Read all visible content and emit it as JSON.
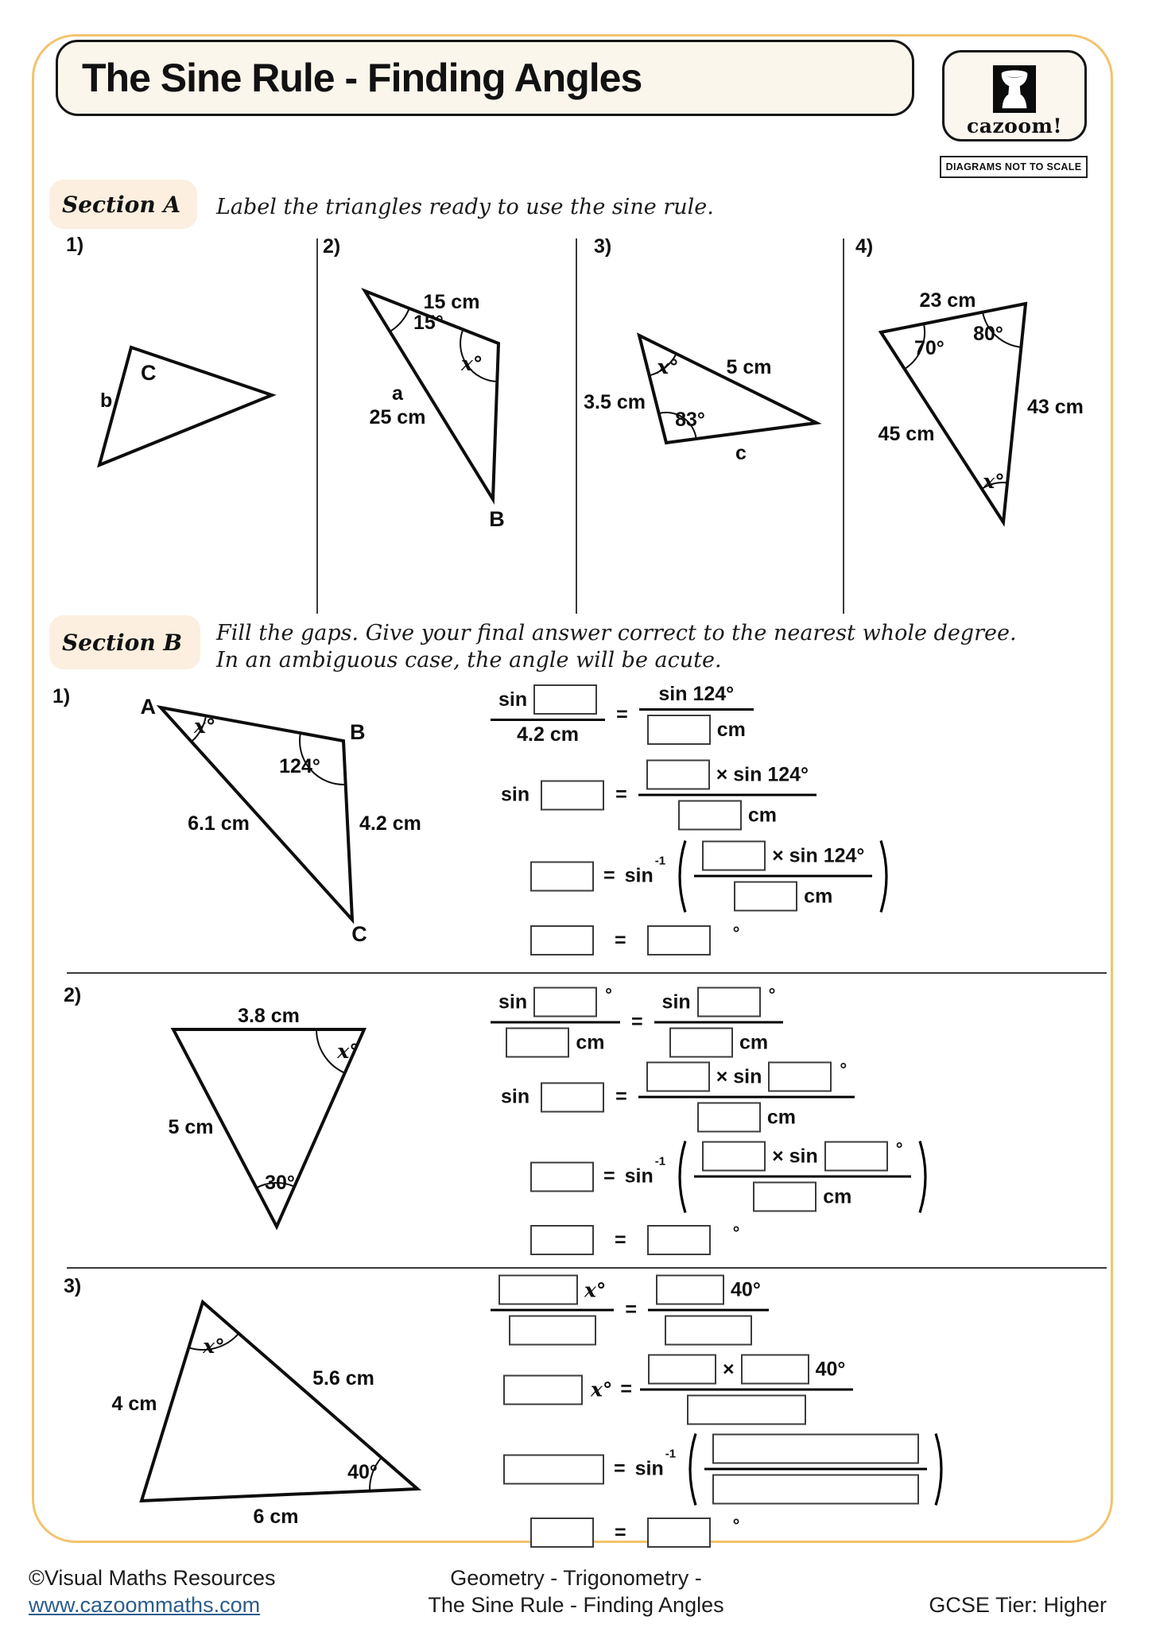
{
  "header": {
    "title": "The Sine Rule - Finding Angles",
    "brand": "cazoom!",
    "scale_note": "DIAGRAMS NOT TO SCALE"
  },
  "sa": {
    "label": "Section A",
    "instruction": "Label the triangles ready to use the sine rule.",
    "q1": {
      "num": "1)",
      "vertex_c": "C",
      "side_b": "b"
    },
    "q2": {
      "num": "2)",
      "top_side": "15 cm",
      "angle_15": "15°",
      "angle_x": "x°",
      "side_letter": "a",
      "side_len": "25 cm",
      "vertex_b": "B"
    },
    "q3": {
      "num": "3)",
      "angle_x": "x°",
      "side_5": "5 cm",
      "side_35": "3.5 cm",
      "angle_83": "83°",
      "side_c": "c"
    },
    "q4": {
      "num": "4)",
      "top_side": "23 cm",
      "angle_70": "70°",
      "angle_80": "80°",
      "side_43": "43 cm",
      "side_45": "45 cm",
      "angle_x": "x°"
    }
  },
  "sb": {
    "label": "Section B",
    "instruction_line1": "Fill the gaps. Give your final answer correct to the nearest whole degree.",
    "instruction_line2": "In an ambiguous case, the angle will be acute.",
    "q1": {
      "num": "1)",
      "vertex_a": "A",
      "angle_x": "x°",
      "vertex_b": "B",
      "angle_124": "124°",
      "side_61": "6.1 cm",
      "side_42": "4.2 cm",
      "vertex_c": "C",
      "sin124": "sin 124°",
      "times_sin124": "× sin 124°",
      "den42": "4.2 cm"
    },
    "q2": {
      "num": "2)",
      "top_side": "3.8 cm",
      "angle_x": "x°",
      "side_5": "5 cm",
      "angle_30": "30°"
    },
    "q3": {
      "num": "3)",
      "angle_x": "x°",
      "side_56": "5.6 cm",
      "side_4": "4 cm",
      "angle_40": "40°",
      "side_6": "6 cm"
    }
  },
  "m": {
    "sin": "sin",
    "equals": "=",
    "cm": "cm",
    "deg": "°",
    "inv": "-1",
    "times": "×",
    "times_sin": "× sin"
  },
  "footer": {
    "copyright": "©Visual Maths Resources",
    "url": "www.cazoommaths.com",
    "center_line1": "Geometry - Trigonometry -",
    "center_line2": "The Sine Rule - Finding Angles",
    "tier": "GCSE Tier: Higher"
  }
}
